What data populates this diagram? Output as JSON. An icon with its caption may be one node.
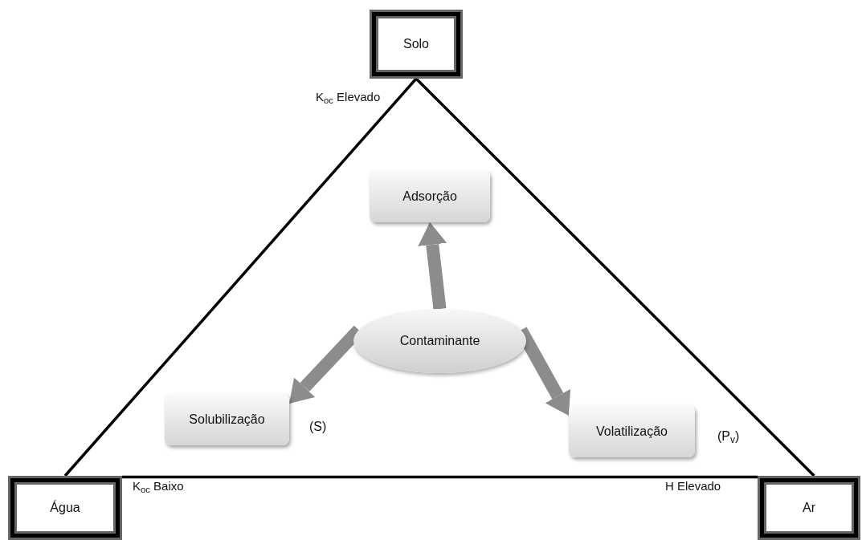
{
  "diagram": {
    "nodes": [
      {
        "text": [
          "Solo"
        ]
      },
      {
        "text": [
          "Água"
        ]
      },
      {
        "text": [
          "Ar"
        ]
      },
      {
        "text": [
          "Adsorção"
        ]
      },
      {
        "text": [
          "Contaminante"
        ]
      },
      {
        "text": [
          "Solubilização"
        ],
        "beside": [
          "(S)"
        ]
      },
      {
        "text": [
          "Volatilização"
        ],
        "beside": [
          "(P$_{v}$)"
        ]
      }
    ],
    "edges": [
      {
        "from": 0,
        "to": 1,
        "arrow": "none"
      },
      {
        "from": 0,
        "to": 2,
        "arrow": "none"
      },
      {
        "from": 1,
        "to": 2,
        "arrow": "none"
      },
      {
        "from": 4,
        "to": 3,
        "arrow": "to",
        "style": "thick",
        "color": "#8c8c8c"
      },
      {
        "from": 4,
        "to": 5,
        "arrow": "to",
        "style": "thick",
        "color": "#8c8c8c"
      },
      {
        "from": 4,
        "to": 6,
        "arrow": "to",
        "style": "thick",
        "color": "#8c8c8c"
      }
    ],
    "labels": [
      "K$_{oc}$ Elevado",
      "K$_{oc}$ Baixo",
      "H Elevado"
    ]
  }
}
